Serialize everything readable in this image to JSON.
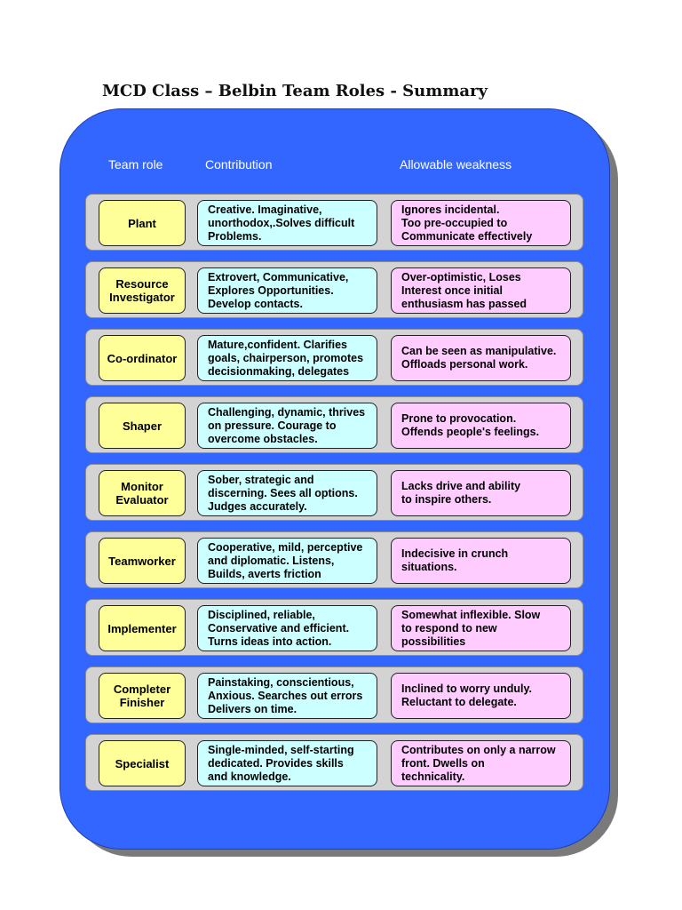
{
  "title": "MCD Class – Belbin Team Roles - Summary",
  "headers": {
    "role": "Team role",
    "contribution": "Contribution",
    "weakness": "Allowable weakness"
  },
  "rows": [
    {
      "role": "Plant",
      "contribution": "Creative. Imaginative,\nunorthodox,.Solves difficult\nProblems.",
      "weakness": "Ignores incidental.\nToo pre-occupied to\nCommunicate effectively"
    },
    {
      "role": "Resource\nInvestigator",
      "contribution": "Extrovert, Communicative,\nExplores Opportunities.\nDevelop contacts.",
      "weakness": "Over-optimistic, Loses\nInterest once initial\nenthusiasm has passed"
    },
    {
      "role": "Co-ordinator",
      "contribution": "Mature,confident. Clarifies\ngoals, chairperson, promotes\ndecisionmaking, delegates",
      "weakness": "Can be seen as manipulative.\nOffloads personal work."
    },
    {
      "role": "Shaper",
      "contribution": "Challenging, dynamic, thrives\non pressure. Courage to\novercome obstacles.",
      "weakness": "Prone to provocation.\nOffends people's feelings."
    },
    {
      "role": "Monitor\nEvaluator",
      "contribution": "Sober, strategic and\ndiscerning. Sees all options.\nJudges accurately.",
      "weakness": "Lacks drive and ability\nto inspire others."
    },
    {
      "role": "Teamworker",
      "contribution": "Cooperative, mild, perceptive\nand diplomatic. Listens,\nBuilds, averts friction",
      "weakness": "Indecisive in crunch\nsituations."
    },
    {
      "role": "Implementer",
      "contribution": "Disciplined, reliable,\nConservative and efficient.\nTurns ideas into action.",
      "weakness": "Somewhat inflexible. Slow\nto respond to new\npossibilities"
    },
    {
      "role": "Completer\nFinisher",
      "contribution": "Painstaking, conscientious,\nAnxious. Searches out errors\nDelivers on time.",
      "weakness": "Inclined to worry unduly.\nReluctant to delegate."
    },
    {
      "role": "Specialist",
      "contribution": "Single-minded, self-starting\ndedicated. Provides skills\nand knowledge.",
      "weakness": "Contributes on only a narrow\nfront. Dwells on\ntechnicality."
    }
  ]
}
